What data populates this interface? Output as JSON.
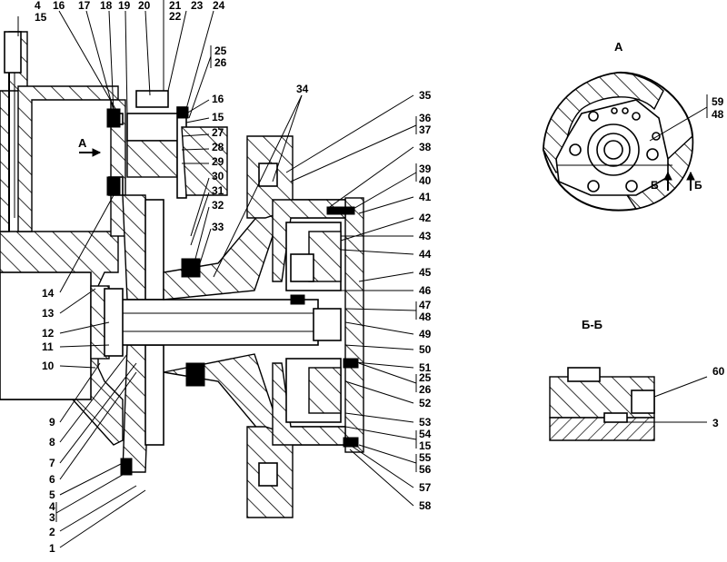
{
  "view_titles": {
    "view_a": "А",
    "section_bb": "Б-Б"
  },
  "section_marks": [
    "Б",
    "Б"
  ],
  "callouts_top": [
    "4",
    "15",
    "16",
    "17",
    "18",
    "19",
    "20",
    "21",
    "22",
    "23",
    "24"
  ],
  "callouts_left": [
    "14",
    "13",
    "12",
    "11",
    "10",
    "9",
    "8",
    "7",
    "6",
    "5",
    "4",
    "3",
    "2",
    "1"
  ],
  "callouts_middle": [
    "25",
    "26",
    "16",
    "15",
    "27",
    "28",
    "29",
    "30",
    "31",
    "32",
    "33",
    "34"
  ],
  "callouts_right": [
    "35",
    "36",
    "37",
    "38",
    "39",
    "40",
    "41",
    "42",
    "43",
    "44",
    "45",
    "46",
    "47",
    "48",
    "49",
    "50",
    "51",
    "25",
    "26",
    "52",
    "53",
    "54",
    "15",
    "55",
    "56",
    "57",
    "58"
  ],
  "view_a_callouts": [
    "59",
    "48"
  ],
  "section_callouts": [
    "60",
    "3"
  ],
  "arrow_a_label": "А"
}
